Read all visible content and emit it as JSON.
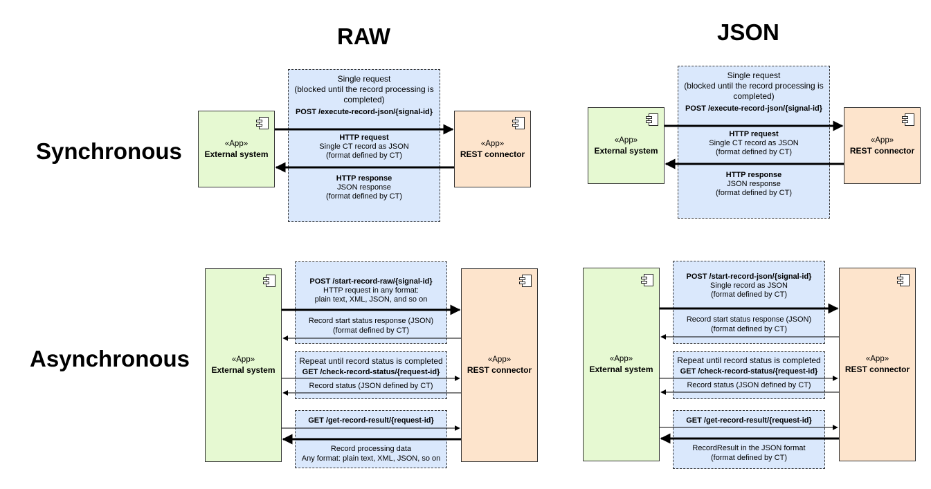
{
  "headers": {
    "raw": "RAW",
    "json": "JSON"
  },
  "rows": {
    "sync": "Synchronous",
    "async": "Asynchronous"
  },
  "components": {
    "stereotype": "«App»",
    "external": "External system",
    "connector": "REST connector"
  },
  "sync_raw": {
    "note_l1": "Single request",
    "note_l2": "(blocked until the record processing is",
    "note_l3": "completed)",
    "endpoint": "POST /execute-record-json/{signal-id}",
    "req_title": "HTTP request",
    "req_l1": "Single CT record as JSON",
    "req_l2": "(format defined by CT)",
    "resp_title": "HTTP response",
    "resp_l1": "JSON response",
    "resp_l2": "(format defined by CT)"
  },
  "sync_json": {
    "note_l1": "Single request",
    "note_l2": "(blocked until the record processing is",
    "note_l3": "completed)",
    "endpoint": "POST /execute-record-json/{signal-id}",
    "req_title": "HTTP request",
    "req_l1": "Single CT record as JSON",
    "req_l2": "(format defined by CT)",
    "resp_title": "HTTP response",
    "resp_l1": "JSON response",
    "resp_l2": "(format defined by CT)"
  },
  "async_raw": {
    "start_endpoint": "POST /start-record-raw/{signal-id}",
    "start_l1": "HTTP request in any format:",
    "start_l2": "plain text, XML, JSON, and so on",
    "status_resp_l1": "Record start status response (JSON)",
    "status_resp_l2": "(format defined by CT)",
    "repeat": "Repeat until record status is completed",
    "check_endpoint": "GET /check-record-status/{request-id}",
    "status_line": "Record status (JSON  defined by CT)",
    "result_endpoint": "GET /get-record-result/{request-id}",
    "result_l1": "Record processing data",
    "result_l2": "Any format: plain text, XML, JSON, so on"
  },
  "async_json": {
    "start_endpoint": "POST /start-record-json/{signal-id}",
    "start_l1": "Single record as JSON",
    "start_l2": "(format defined by CT)",
    "status_resp_l1": "Record start status response (JSON)",
    "status_resp_l2": "(format defined by CT)",
    "repeat": "Repeat until record status is completed",
    "check_endpoint": "GET /check-record-status/{request-id}",
    "status_line": "Record status (JSON  defined by CT)",
    "result_endpoint": "GET /get-record-result/{request-id}",
    "result_l1": "RecordResult in the JSON format",
    "result_l2": "(format defined by CT)"
  }
}
